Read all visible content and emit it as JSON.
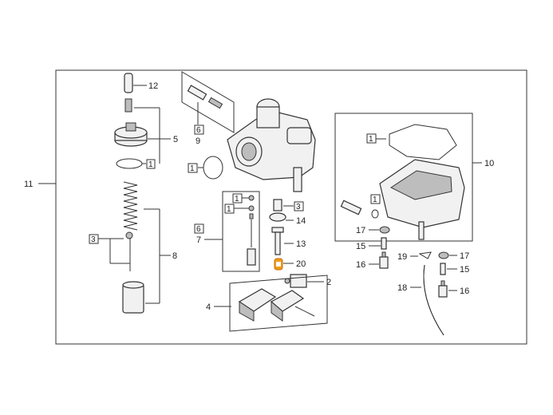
{
  "callouts": {
    "c1": "1",
    "c2": "2",
    "c3": "3",
    "c4": "4",
    "c5": "5",
    "c6": "6",
    "c7": "7",
    "c8": "8",
    "c9": "9",
    "c10": "10",
    "c11": "11",
    "c12": "12",
    "c13": "13",
    "c14": "14",
    "c15": "15",
    "c16": "16",
    "c17": "17",
    "c18": "18",
    "c19": "19",
    "c20": "20"
  },
  "colors": {
    "highlight": "#f29a1d",
    "line": "#333333",
    "part_fill": "#f1f1f1"
  },
  "highlighted_part": "20"
}
